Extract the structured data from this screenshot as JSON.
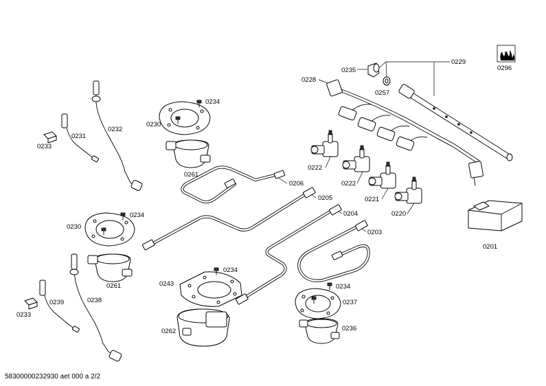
{
  "labels": {
    "p0201": "0201",
    "p0203": "0203",
    "p0204": "0204",
    "p0205": "0205",
    "p0206": "0206",
    "p0220": "0220",
    "p0221": "0221",
    "p0222a": "0222",
    "p0222b": "0222",
    "p0228": "0228",
    "p0229": "0229",
    "p0230a": "0230",
    "p0230b": "0230",
    "p0231": "0231",
    "p0232": "0232",
    "p0233a": "0233",
    "p0233b": "0233",
    "p0234a": "0234",
    "p0234b": "0234",
    "p0234c": "0234",
    "p0234d": "0234",
    "p0235": "0235",
    "p0236": "0236",
    "p0237": "0237",
    "p0238": "0238",
    "p0239": "0239",
    "p0243": "0243",
    "p0257": "0257",
    "p0261a": "0261",
    "p0261b": "0261",
    "p0262": "0262",
    "p0296": "0296"
  },
  "footer": "58300000232930 aet 000 a 2/2"
}
